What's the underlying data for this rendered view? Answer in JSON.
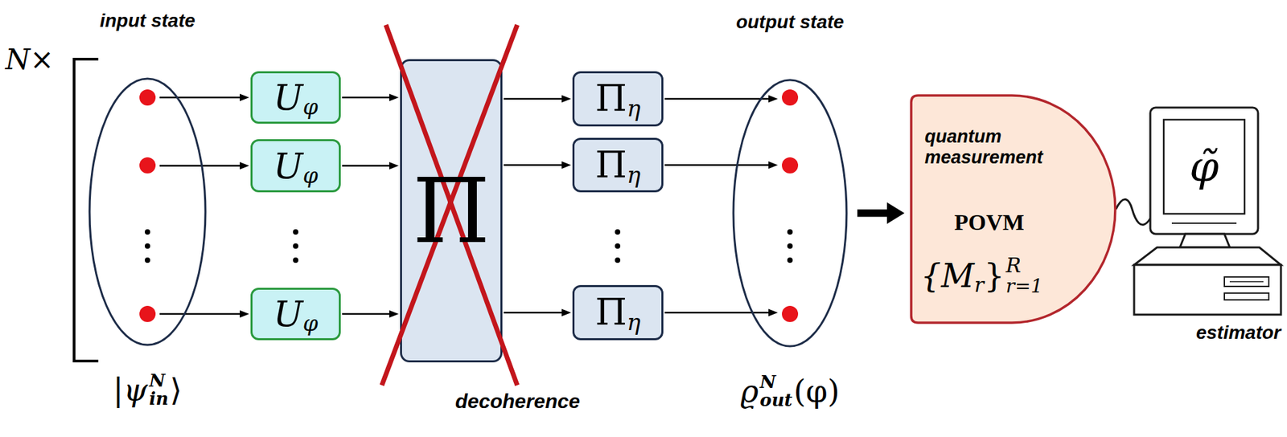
{
  "diagram": {
    "nodes": [
      {
        "text": [
          "input state",
          "|ψ",
          "N",
          "in",
          "⟩"
        ]
      },
      {
        "text": [
          "U",
          "φ"
        ]
      },
      {
        "text": [
          "U",
          "φ"
        ]
      },
      {
        "text": [
          "U",
          "φ"
        ]
      },
      {
        "text": [
          "Π"
        ]
      },
      {
        "text": [
          "Π",
          "η"
        ]
      },
      {
        "text": [
          "Π",
          "η"
        ]
      },
      {
        "text": [
          "Π",
          "η"
        ]
      },
      {
        "text": [
          "output state",
          "ϱ",
          "N",
          "out",
          "(φ)"
        ]
      },
      {
        "text": [
          "quantum measurement",
          "POVM",
          "{M",
          "r",
          "}",
          "R",
          "r=1"
        ]
      },
      {
        "text": [
          "φ̃",
          "estimator"
        ]
      }
    ],
    "edges": [
      {
        "from": 0,
        "to": 1,
        "arrow": "to"
      },
      {
        "from": 0,
        "to": 2,
        "arrow": "to"
      },
      {
        "from": 0,
        "to": 3,
        "arrow": "to"
      },
      {
        "from": 1,
        "to": 4,
        "arrow": "to"
      },
      {
        "from": 2,
        "to": 4,
        "arrow": "to"
      },
      {
        "from": 3,
        "to": 4,
        "arrow": "to"
      },
      {
        "from": 4,
        "to": 5,
        "arrow": "to"
      },
      {
        "from": 4,
        "to": 6,
        "arrow": "to"
      },
      {
        "from": 4,
        "to": 7,
        "arrow": "to"
      },
      {
        "from": 5,
        "to": 8,
        "arrow": "to"
      },
      {
        "from": 6,
        "to": 8,
        "arrow": "to"
      },
      {
        "from": 7,
        "to": 8,
        "arrow": "to"
      },
      {
        "from": 8,
        "to": 9,
        "arrow": "to"
      },
      {
        "from": 9,
        "to": 10,
        "arrow": "none"
      }
    ],
    "labels": [
      "N×",
      "decoherence"
    ]
  }
}
